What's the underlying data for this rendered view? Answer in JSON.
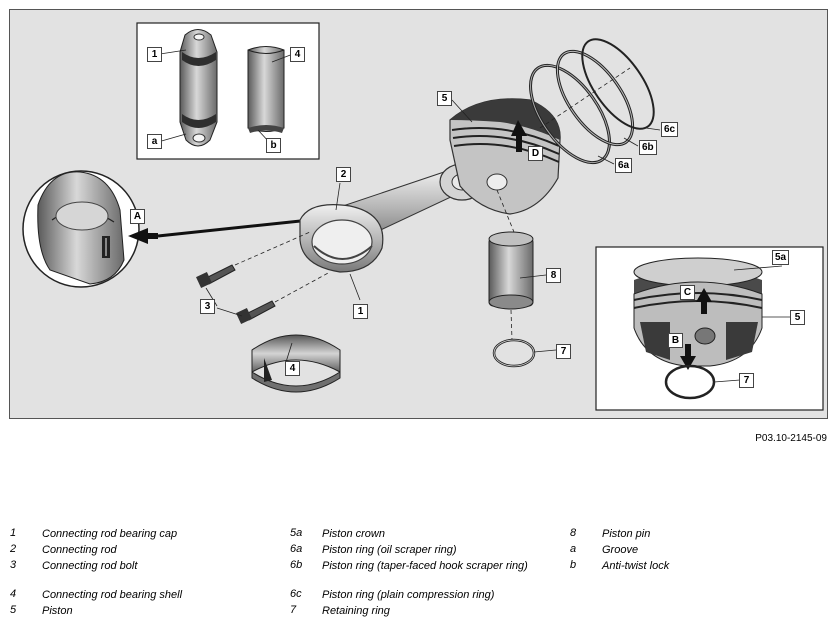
{
  "figure": {
    "reference": "P03.10-2145-09",
    "callouts": {
      "inset_cap_1": "1",
      "inset_shell_4": "4",
      "inset_groove_a": "a",
      "inset_lock_b": "b",
      "detail_A": "A",
      "rod_2": "2",
      "bolt_3": "3",
      "cap_1": "1",
      "shell_4": "4",
      "piston_5": "5",
      "arrow_D": "D",
      "ring_6c": "6c",
      "ring_6b": "6b",
      "ring_6a": "6a",
      "pin_8": "8",
      "ring_7": "7",
      "inset_crown_5a": "5a",
      "inset_arrow_C": "C",
      "inset_piston_5": "5",
      "inset_arrow_B": "B",
      "inset_ring_7": "7"
    },
    "colors": {
      "background": "#e2e2e2",
      "metal_dark": "#3a3a3a",
      "metal_mid": "#8a8a8a",
      "metal_light": "#cfcfcf",
      "arrow": "#111111"
    }
  },
  "legend": {
    "columns": [
      [
        {
          "key": "1",
          "text": "Connecting rod bearing cap"
        },
        {
          "key": "2",
          "text": "Connecting rod"
        },
        {
          "key": "3",
          "text": "Connecting rod bolt",
          "tall": true
        },
        {
          "key": "4",
          "text": "Connecting rod bearing shell"
        },
        {
          "key": "5",
          "text": "Piston"
        }
      ],
      [
        {
          "key": "5a",
          "text": "Piston crown"
        },
        {
          "key": "6a",
          "text": "Piston ring (oil scraper ring)"
        },
        {
          "key": "6b",
          "text": "Piston ring (taper-faced hook scraper ring)",
          "tall": true
        },
        {
          "key": "6c",
          "text": "Piston ring (plain compression ring)"
        },
        {
          "key": "7",
          "text": "Retaining ring"
        }
      ],
      [
        {
          "key": "8",
          "text": "Piston pin"
        },
        {
          "key": "a",
          "text": "Groove"
        },
        {
          "key": "b",
          "text": "Anti-twist lock"
        }
      ]
    ]
  }
}
